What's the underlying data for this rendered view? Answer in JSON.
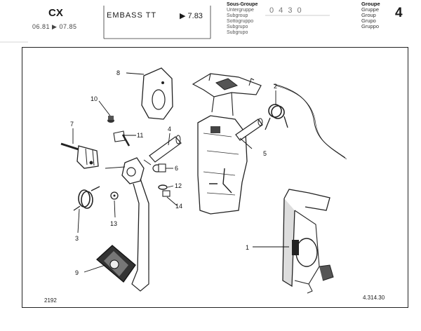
{
  "header": {
    "model": "CX",
    "date_range": "06.81 ▶ 07.85",
    "title": "EMBASS TT",
    "date_from": "▶ 7.83",
    "sub_group_labels": [
      "Sous-Groupe",
      "Untergruppe",
      "Subgroup",
      "Sottogruppo",
      "Subgrupo",
      "Subgrupo"
    ],
    "sub_group_code": "0 4  3 0",
    "group_labels": [
      "Groupe",
      "Gruppe",
      "Group",
      "Grupo",
      "Gruppo"
    ],
    "group_number": "4"
  },
  "diagram": {
    "callouts": [
      "1",
      "2",
      "3",
      "4",
      "5",
      "6",
      "7",
      "8",
      "9",
      "10",
      "11",
      "12",
      "13",
      "14"
    ],
    "figure_number": "2192",
    "reference": "4.314.30"
  }
}
